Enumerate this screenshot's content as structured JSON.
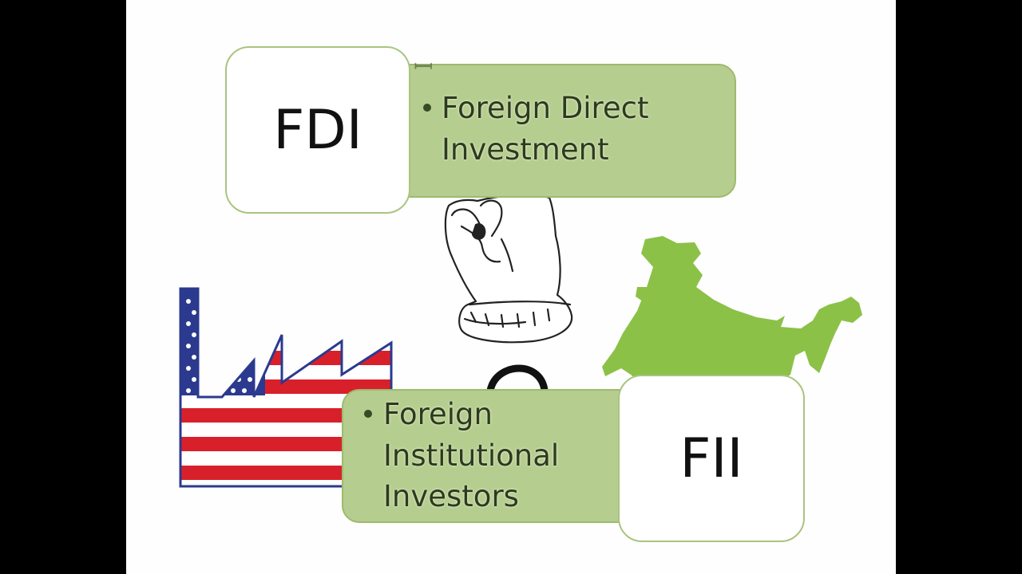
{
  "fdi": {
    "abbr": "FDI",
    "bullet": [
      "Foreign Direct",
      "Investment"
    ]
  },
  "fii": {
    "abbr": "FII",
    "bullet": [
      "Foreign",
      "Institutional",
      "Investors"
    ]
  },
  "colors": {
    "panel_green": "#b5cd8f",
    "panel_border": "#9dbb6c",
    "india_green": "#8cc148",
    "flag_red": "#d8202b",
    "flag_blue": "#2b3a8f"
  },
  "icons": [
    "hand-pinch-icon",
    "us-flag-factory-icon",
    "india-map-icon"
  ]
}
